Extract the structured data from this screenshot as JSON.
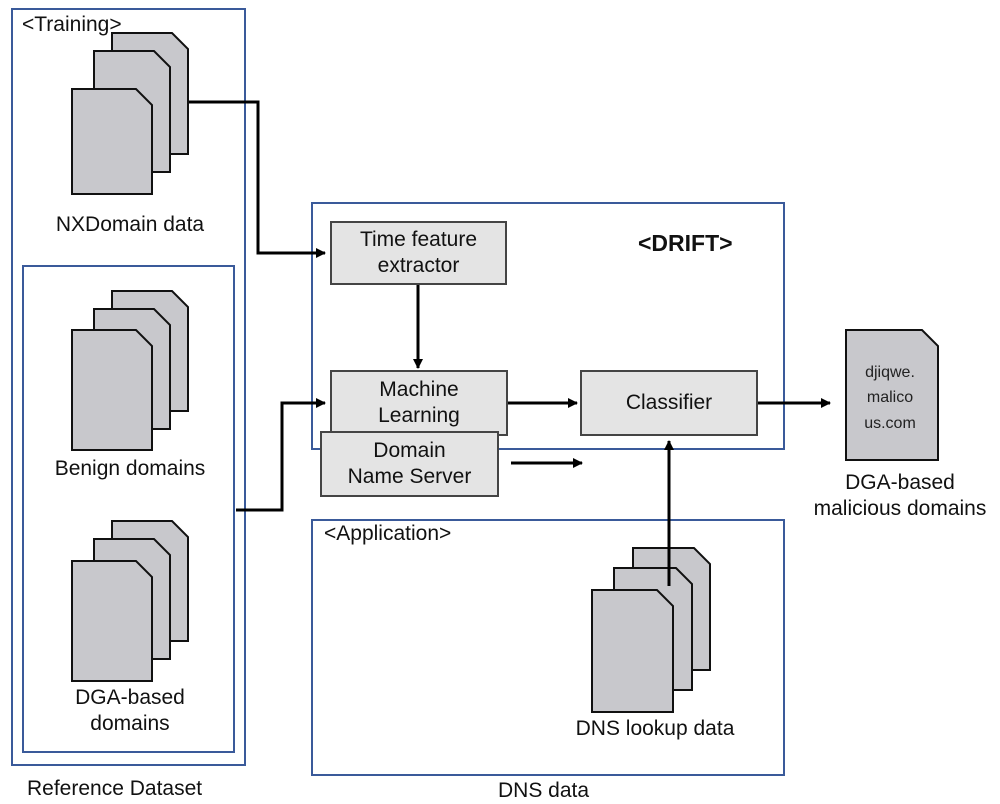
{
  "training": {
    "title": "<Training>",
    "footer": "Reference Dataset",
    "nxdomain_label": "NXDomain data",
    "benign_label": "Benign domains",
    "dga_label": "DGA-based\ndomains"
  },
  "drift": {
    "title": "<DRIFT>",
    "time_feature": "Time feature\nextractor",
    "machine_learning": "Machine\nLearning",
    "classifier": "Classifier"
  },
  "application": {
    "title": "<Application>",
    "footer": "DNS data",
    "dns_server": "Domain\nName Server",
    "lookup_label": "DNS lookup data"
  },
  "output": {
    "doc_lines": [
      "djiqwe.",
      "malico",
      "us.com"
    ],
    "label": "DGA-based\nmalicious domains"
  },
  "colors": {
    "frame": "#3a5a9a",
    "box_fill": "#e4e4e4",
    "doc_fill": "#c8c8cc"
  }
}
